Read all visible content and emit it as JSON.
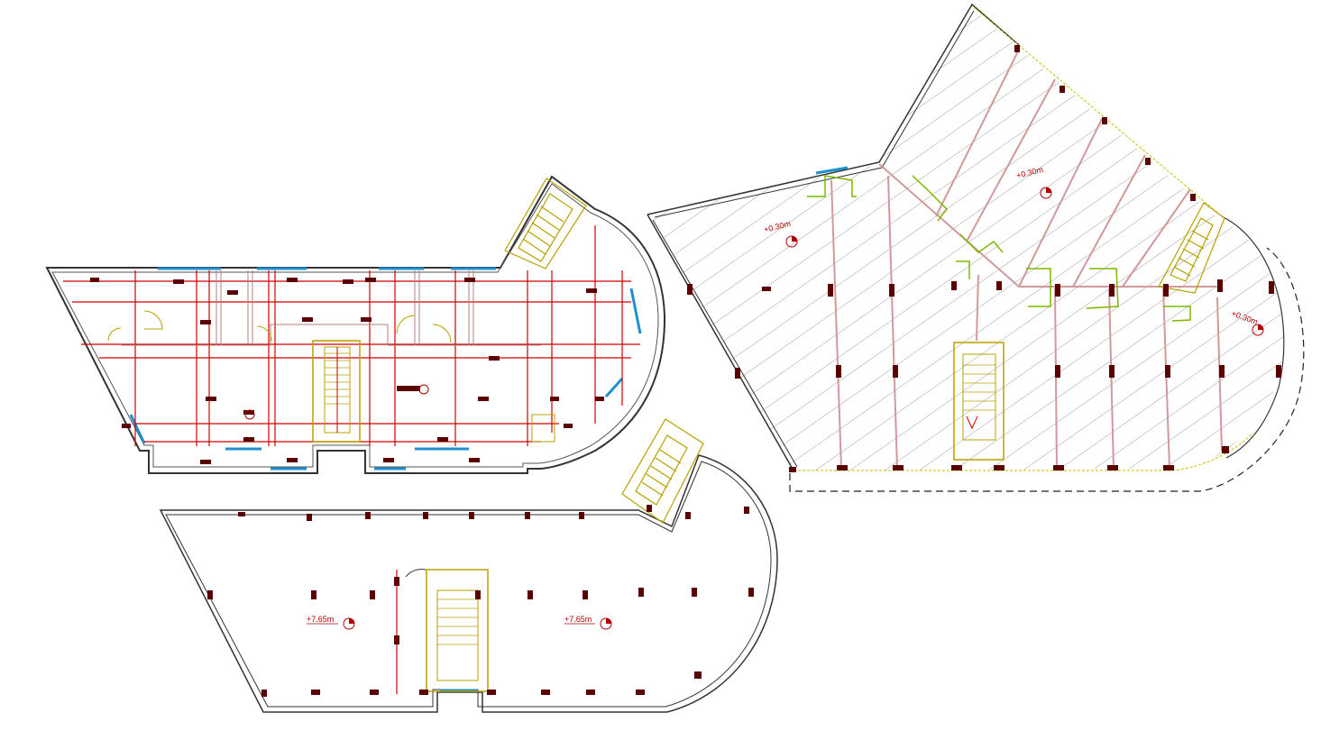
{
  "plans": {
    "ground": {
      "level_label": ""
    },
    "upper": {
      "level_left": "+7.65m",
      "level_right": "+7.65m"
    },
    "roof": {
      "level_1": "+0.30m",
      "level_2": "+0.30m",
      "level_3": "+0.30m"
    }
  },
  "colors": {
    "wall": "#333333",
    "grid_red": "#d40000",
    "column": "#5a0000",
    "stair": "#b8a000",
    "window_blue": "#1f8fd0",
    "door_green": "#7cb800",
    "hatch": "#777777",
    "roof_grid": "#d09a9a",
    "edge_dash": "#c8c000"
  }
}
